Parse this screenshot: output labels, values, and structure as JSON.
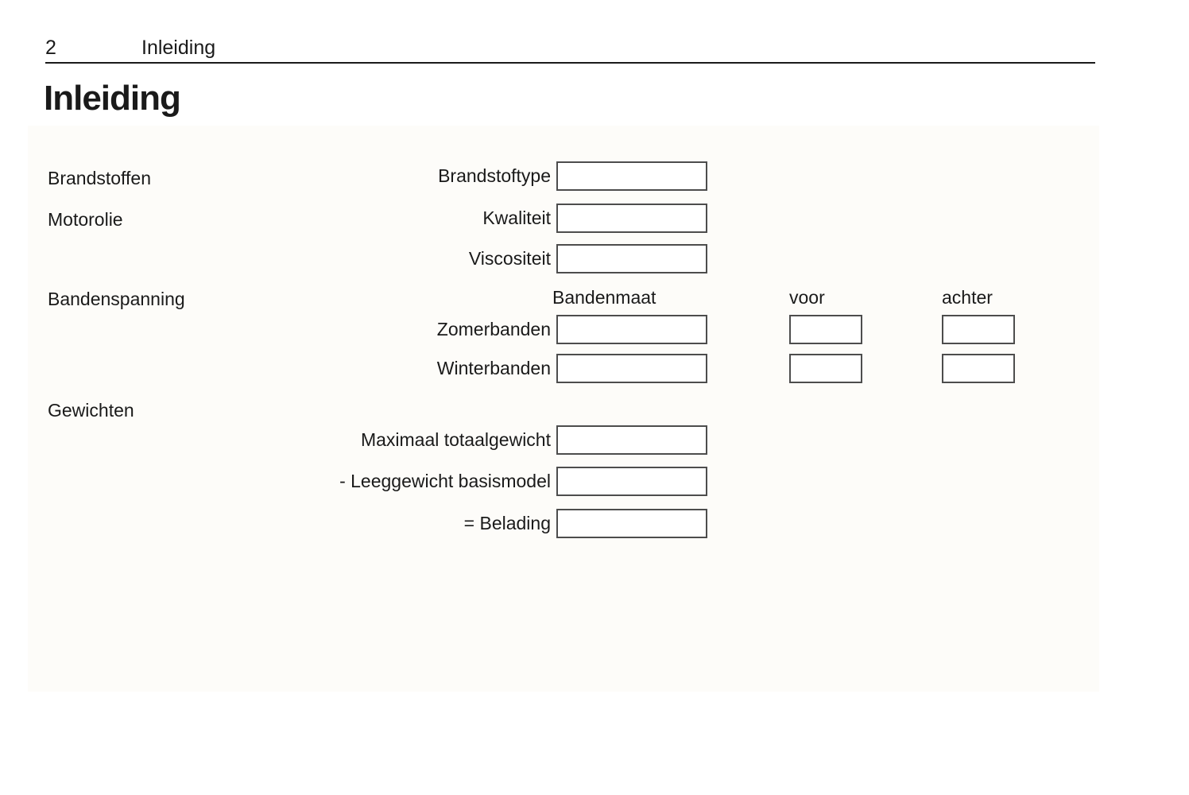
{
  "page_header": {
    "page_number": "2",
    "chapter": "Inleiding"
  },
  "title": "Inleiding",
  "form": {
    "categories": {
      "fuels": "Brandstoffen",
      "engine_oil": "Motorolie",
      "tyre_pressure": "Bandenspanning",
      "weights": "Gewichten"
    },
    "fields": {
      "fuel_type": "Brandstoftype",
      "quality": "Kwaliteit",
      "viscosity": "Viscositeit",
      "summer_tyres": "Zomerbanden",
      "winter_tyres": "Winterbanden",
      "max_total_weight": "Maximaal totaalgewicht",
      "kerb_weight": "- Leeggewicht basismodel",
      "payload": "= Belading"
    },
    "column_headers": {
      "tyre_size": "Bandenmaat",
      "front": "voor",
      "rear": "achter"
    },
    "values": {
      "fuel_type": "",
      "quality": "",
      "viscosity": "",
      "summer_tyre_size": "",
      "summer_front": "",
      "summer_rear": "",
      "winter_tyre_size": "",
      "winter_front": "",
      "winter_rear": "",
      "max_total_weight": "",
      "kerb_weight": "",
      "payload": ""
    },
    "colors": {
      "text": "#1a1a1a",
      "box_border": "#4d4d4d",
      "panel_background": "#fdfcf9",
      "page_background": "#ffffff"
    }
  }
}
